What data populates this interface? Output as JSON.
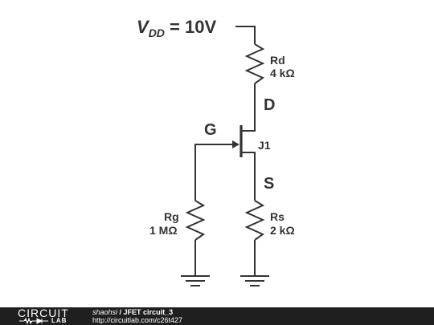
{
  "diagram": {
    "supply_label_main": "V",
    "supply_label_sub": "DD",
    "supply_label_value": " = 10V",
    "rd": {
      "name": "Rd",
      "value": "4 kΩ"
    },
    "rg": {
      "name": "Rg",
      "value": "1 MΩ"
    },
    "rs": {
      "name": "Rs",
      "value": "2 kΩ"
    },
    "transistor": {
      "name": "J1"
    },
    "nodes": {
      "drain": "D",
      "gate": "G",
      "source": "S"
    }
  },
  "footer": {
    "logo_top": "CIRCUIT",
    "logo_bottom": "LAB",
    "author": "shaohsi",
    "separator": " / ",
    "title": "JFET circuit_3",
    "url": "http://circuitlab.com/c26t427"
  },
  "colors": {
    "ink": "#333333",
    "footer_bg": "#1f1f1f",
    "footer_text": "#ffffff"
  }
}
